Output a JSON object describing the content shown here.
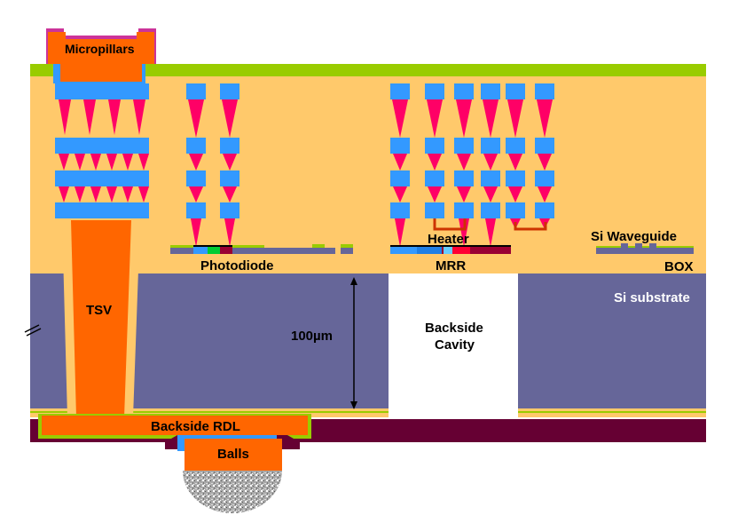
{
  "colors": {
    "dielectric": "#ffc96b",
    "top_passivation": "#99cc00",
    "substrate": "#666699",
    "copper": "#ff6600",
    "via": "#ff0066",
    "metal_pad": "#3399ff",
    "bottom_layer": "#660033",
    "cavity": "#ffffff",
    "ball_gray": "#a6a6a6"
  },
  "labels": {
    "micropillars": "Micropillars",
    "photodiode": "Photodiode",
    "mrr": "MRR",
    "heater": "Heater",
    "si_waveguide": "Si Waveguide",
    "box": "BOX",
    "si_substrate": "Si substrate",
    "tsv": "TSV",
    "thickness": "100µm",
    "backside_cavity_line1": "Backside",
    "backside_cavity_line2": "Cavity",
    "backside_rdl": "Backside RDL",
    "balls": "Balls"
  }
}
